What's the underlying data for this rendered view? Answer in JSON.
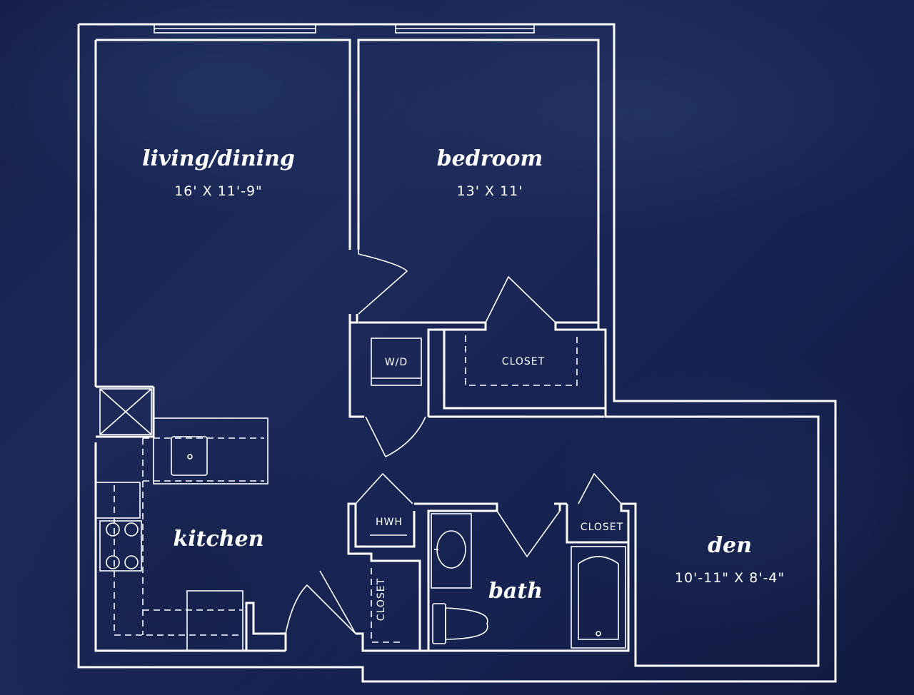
{
  "rooms": {
    "living": {
      "name": "living/dining",
      "dims": "16' X 11'-9\""
    },
    "bedroom": {
      "name": "bedroom",
      "dims": "13' X 11'"
    },
    "kitchen": {
      "name": "kitchen"
    },
    "bath": {
      "name": "bath"
    },
    "den": {
      "name": "den",
      "dims": "10'-11\"  X 8'-4\""
    }
  },
  "fixtures": {
    "wd": "W/D",
    "closet_bedroom": "CLOSET",
    "hwh": "HWH",
    "closet_den": "CLOSET",
    "closet_hall": "CLOSET"
  },
  "colors": {
    "background": "#1a2553",
    "lines": "#ffffff"
  }
}
